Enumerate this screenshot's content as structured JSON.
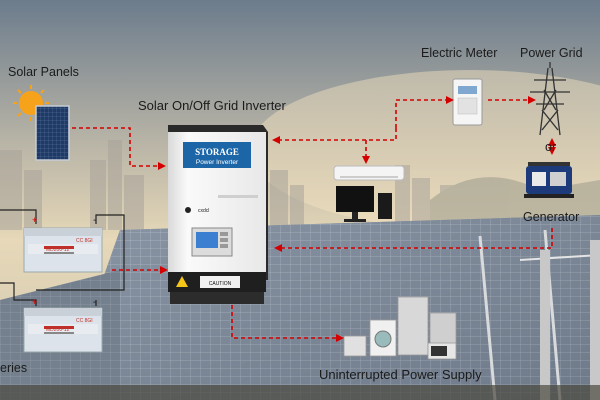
{
  "labels": {
    "solar_panels": "Solar Panels",
    "inverter": "Solar On/Off Grid Inverter",
    "electric_meter": "Electric Meter",
    "power_grid": "Power Grid",
    "or": "or",
    "generator": "Generator",
    "batteries": "eries",
    "ups": "Uninterrupted Power Supply"
  },
  "inverter": {
    "brand_top": "STORAGE",
    "brand_sub": "Power Inverter",
    "logo": "cxdcl",
    "caution": "CAUTION"
  },
  "batteries": {
    "label": "CC 8GI",
    "model": "MD200-12",
    "plus": "+",
    "minus": "-"
  },
  "colors": {
    "flow_line": "#d40000",
    "sky_top": "#6f7f8f",
    "inverter_body": "#f2f2f2"
  }
}
